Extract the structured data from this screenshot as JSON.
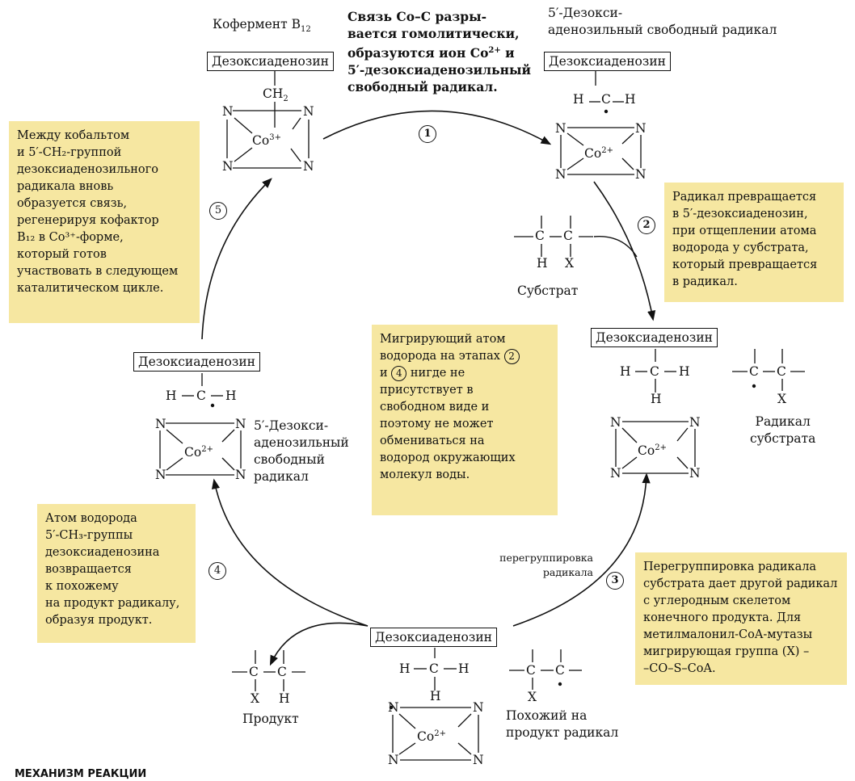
{
  "header_top": {
    "coenzyme_label_main": "Кофермент B",
    "coenzyme_label_sub": "12",
    "step1_desc_lines": [
      "Связь Co–C разры-",
      "вается гомолитически,",
      "образуются ион Co",
      "5′-дезоксиаденозильный",
      "свободный радикал."
    ],
    "step1_desc_sup": "2+",
    "step1_desc_tail": " и",
    "radical_label_lines": [
      "5′-Дезокси-",
      "аденозильный свободный радикал"
    ]
  },
  "labels": {
    "deoxyadenosine": "Дезоксиаденозин",
    "substrate": "Субстрат",
    "substrate_radical_lines": [
      "Радикал",
      "субстрата"
    ],
    "rearrangement_lines": [
      "перегруппировка",
      "радикала"
    ],
    "product": "Продукт",
    "product_like_radical_lines": [
      "Похожий на",
      "продукт радикал"
    ],
    "left_radical_lines": [
      "5′-Дезокси-",
      "аденозильный",
      "свободный",
      "радикал"
    ],
    "bottom_cutoff_text": "МЕХАНИЗМ РЕАКЦИИ"
  },
  "steps": [
    "1",
    "2",
    "3",
    "4",
    "5"
  ],
  "notes": {
    "note5_lines": [
      "Между кобальтом",
      "и 5′-CH₂-группой",
      "дезоксиаденозильного",
      "радикала вновь",
      "образуется связь,",
      "регенерируя кофактор",
      "B₁₂ в Co³⁺-форме,",
      "который готов",
      "участвовать в следующем",
      "каталитическом цикле."
    ],
    "note2_lines": [
      "Радикал превращается",
      "в 5′-дезоксиаденозин,",
      "при отщеплении атома",
      "водорода у субстрата,",
      "который превращается",
      "в радикал."
    ],
    "note_center_lines": [
      "Мигрирующий атом",
      "водорода на этапах",
      "и",
      "нигде не",
      "присутствует в",
      "свободном виде и",
      "поэтому не может",
      "обмениваться на",
      "водород окружающих",
      "молекул воды."
    ],
    "note4_lines": [
      "Атом водорода",
      "5′-CH₃-группы",
      "дезоксиаденозина",
      "возвращается",
      "к похожему",
      "на продукт радикалу,",
      "образуя продукт."
    ],
    "note3_lines": [
      "Перегруппировка радикала",
      "субстрата дает другой радикал",
      "с углеродным скелетом",
      "конечного продукта. Для",
      "метилмалонил-CoA-мутазы",
      "мигрирующая группа (X) –",
      "–CO–S–CoA."
    ]
  },
  "chem": {
    "N": "N",
    "H": "H",
    "X": "X",
    "C": "C",
    "CH2": "CH",
    "CH2_sub": "2",
    "co3": "Co",
    "co3_charge": "3+",
    "co2": "Co",
    "co2_charge": "2+"
  },
  "colors": {
    "note_bg": "#f6e7a1",
    "ink": "#111111",
    "background": "#ffffff"
  }
}
